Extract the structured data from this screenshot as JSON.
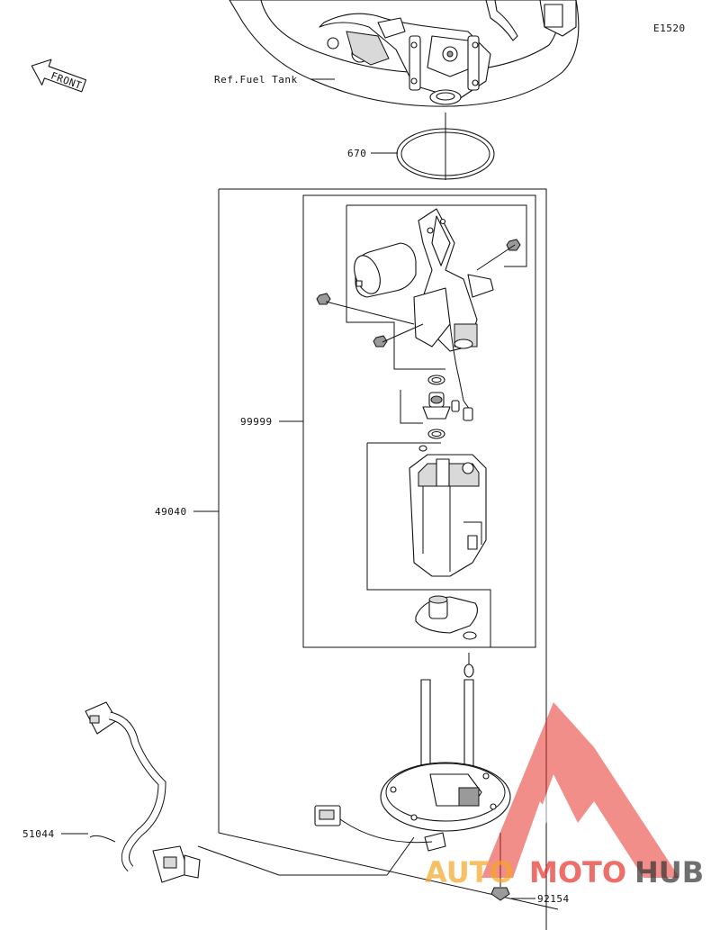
{
  "diagram": {
    "code": "E1520",
    "front_label": "FRONT",
    "ref_label": "Ref.Fuel Tank",
    "callouts": {
      "c670": "670",
      "c99999": "99999",
      "c49040": "49040",
      "c51044": "51044",
      "c92154": "92154"
    }
  },
  "watermark": {
    "text_part1": "AUTO",
    "text_part2": "MOTO",
    "text_part3": "HUB",
    "color_red": "#e8332a",
    "color_orange": "#f5a623",
    "color_dark": "#333333"
  }
}
